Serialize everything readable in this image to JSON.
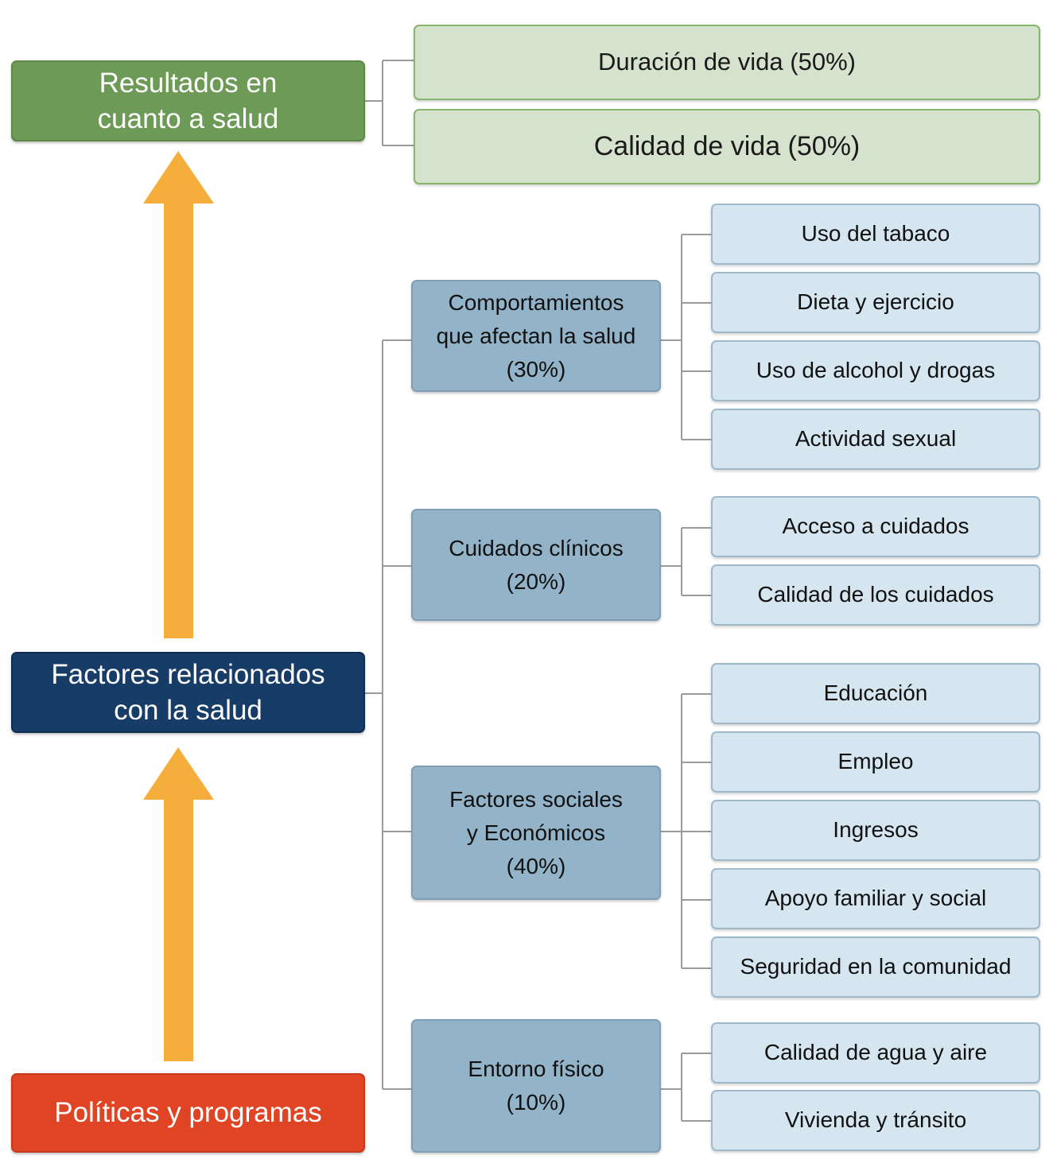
{
  "colors": {
    "outcomes": "#6d9a56",
    "factors": "#173c67",
    "policies": "#df4525",
    "arrow": "#f5ad3c",
    "outcome_box": "#d5e2cd",
    "category_box": "#93b3c8",
    "subfactor_box": "#d6e6f1",
    "connector": "#9a9a9a"
  },
  "left": {
    "outcomes": "Resultados en\ncuanto a salud",
    "factors": "Factores relacionados\ncon la salud",
    "policies": "Políticas y programas"
  },
  "outcomes": [
    "Duración de vida (50%)",
    "Calidad de vida (50%)"
  ],
  "categories": [
    {
      "label": "Comportamientos\nque afectan la salud\n(30%)",
      "items": [
        "Uso del tabaco",
        "Dieta y ejercicio",
        "Uso de alcohol y drogas",
        "Actividad sexual"
      ]
    },
    {
      "label": "Cuidados clínicos\n(20%)",
      "items": [
        "Acceso a cuidados",
        "Calidad de los cuidados"
      ]
    },
    {
      "label": "Factores sociales\ny Económicos\n(40%)",
      "items": [
        "Educación",
        "Empleo",
        "Ingresos",
        "Apoyo familiar y social",
        "Seguridad en la comunidad"
      ]
    },
    {
      "label": "Entorno físico\n(10%)",
      "items": [
        "Calidad de agua y aire",
        "Vivienda y tránsito"
      ]
    }
  ]
}
